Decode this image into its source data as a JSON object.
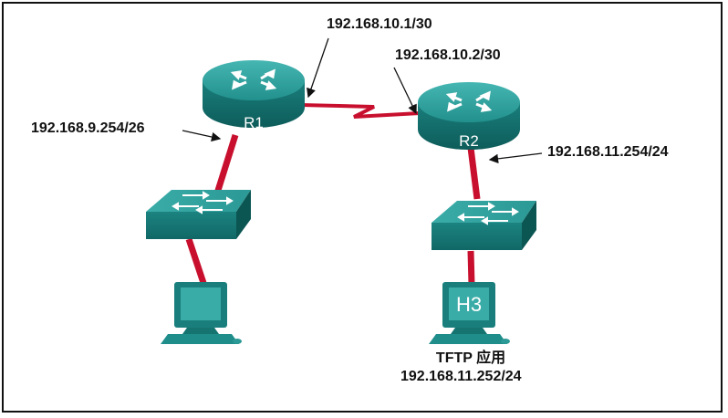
{
  "devices": {
    "router_left": {
      "label": "R1"
    },
    "router_right": {
      "label": "R2"
    },
    "host_right": {
      "label": "H3"
    }
  },
  "addresses": {
    "r1_serial": "192.168.10.1/30",
    "r2_serial": "192.168.10.2/30",
    "r1_lan": "192.168.9.254/26",
    "r2_lan": "192.168.11.254/24"
  },
  "tftp": {
    "app_label": "TFTP 应用",
    "address": "192.168.11.252/24"
  },
  "colors": {
    "device_teal": "#1f8e8b",
    "device_dark": "#0d5c5a",
    "link_red": "#c8102e",
    "text": "#111111"
  }
}
